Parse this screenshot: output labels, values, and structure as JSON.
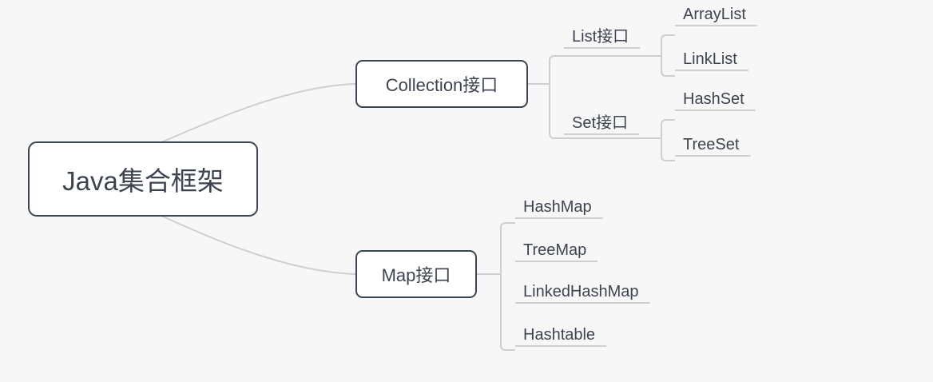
{
  "diagram": {
    "type": "mindmap",
    "title": "Java集合框架",
    "background_color": "#f7f7f7",
    "node_border_color": "#3b4652",
    "connector_color": "#cfcfcf",
    "text_color": "#3d4450",
    "root": {
      "label": "Java集合框架"
    },
    "branches": [
      {
        "label": "Collection接口",
        "children": [
          {
            "label": "List接口",
            "children": [
              {
                "label": "ArrayList"
              },
              {
                "label": "LinkList"
              }
            ]
          },
          {
            "label": "Set接口",
            "children": [
              {
                "label": "HashSet"
              },
              {
                "label": "TreeSet"
              }
            ]
          }
        ]
      },
      {
        "label": "Map接口",
        "children": [
          {
            "label": "HashMap"
          },
          {
            "label": "TreeMap"
          },
          {
            "label": "LinkedHashMap"
          },
          {
            "label": "Hashtable"
          }
        ]
      }
    ]
  }
}
